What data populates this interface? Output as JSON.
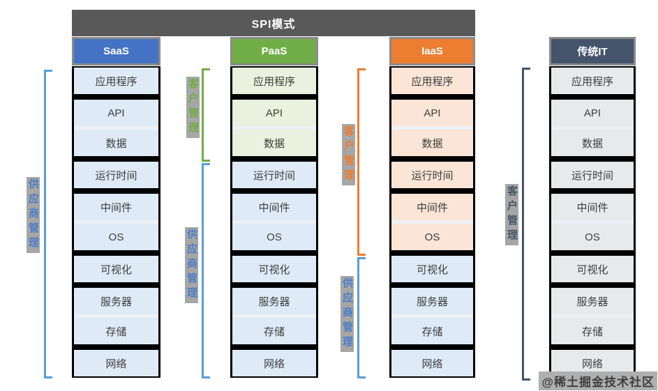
{
  "title": "SPI模式",
  "columns": {
    "saas": {
      "header": "SaaS"
    },
    "paas": {
      "header": "PaaS"
    },
    "iaas": {
      "header": "IaaS"
    },
    "traditional": {
      "header": "传统IT"
    }
  },
  "layers": {
    "application": "应用程序",
    "api": "API",
    "data": "数据",
    "runtime": "运行时间",
    "middleware": "中间件",
    "os": "OS",
    "virtualization": "可视化",
    "server": "服务器",
    "storage": "存储",
    "network": "网络"
  },
  "labels": {
    "vendor": "供应商管理",
    "customer": "客户管理"
  },
  "watermark": "@稀土掘金技术社区",
  "colors": {
    "band": "#595959",
    "saas_header": "#4472C4",
    "paas_header": "#70AD47",
    "iaas_header": "#ED7D31",
    "traditional_header": "#44546A",
    "header_border": "#8A8A8A",
    "stack_bg": "#000000",
    "divider": "#EDF1F5",
    "cell_blue": "#DEEBF7",
    "cell_green": "#EAF1DE",
    "cell_peach": "#FBE5D6",
    "cell_gray": "#E8E9EB",
    "cell_text": "#3D3D3D",
    "label_blue": "#4B7EC8",
    "bracket_blue": "#5B9BD5",
    "label_green": "#70AD47",
    "label_orange": "#ED7D31",
    "label_slate": "#44546A",
    "label_patch": "#A6A6A6",
    "watermark_text": "#3F3F3F",
    "watermark_bg": "#AFAFAF"
  }
}
